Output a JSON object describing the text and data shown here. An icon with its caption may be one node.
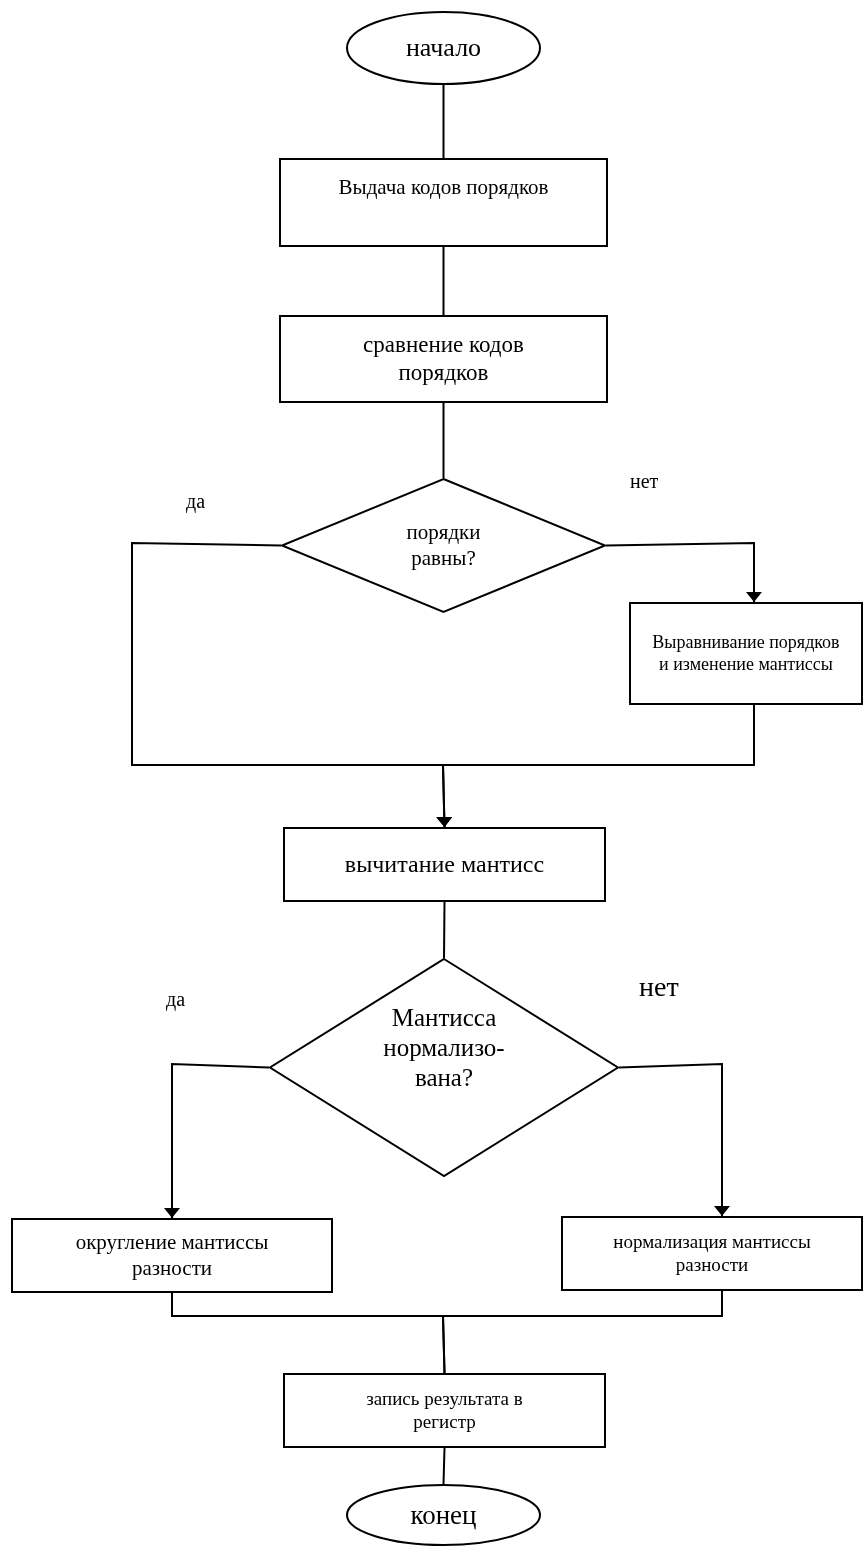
{
  "diagram": {
    "nodes": [
      {
        "text": [
          "начало"
        ]
      },
      {
        "text": [
          "Выдача кодов порядков"
        ]
      },
      {
        "text": [
          "сравнение кодов порядков"
        ]
      },
      {
        "text": [
          "порядки равны?"
        ]
      },
      {
        "text": [
          "Выравнивание порядков и изменение мантиссы"
        ]
      },
      {
        "text": [
          "вычитание мантисс"
        ]
      },
      {
        "text": [
          "Мантисса нормализо-вана?"
        ]
      },
      {
        "text": [
          "округление мантиссы разности"
        ]
      },
      {
        "text": [
          "нормализация мантиссы разности"
        ]
      },
      {
        "text": [
          "запись результата в регистр"
        ]
      },
      {
        "text": [
          "конец"
        ]
      }
    ],
    "edges": [
      {
        "from": 0,
        "to": 1,
        "arrow": "none"
      },
      {
        "from": 1,
        "to": 2,
        "arrow": "none"
      },
      {
        "from": 2,
        "to": 3,
        "arrow": "none"
      },
      {
        "from": 3,
        "to": 5,
        "arrow": "to",
        "label": "да"
      },
      {
        "from": 3,
        "to": 4,
        "arrow": "to",
        "label": "нет"
      },
      {
        "from": 4,
        "to": 5,
        "arrow": "to"
      },
      {
        "from": 5,
        "to": 6,
        "arrow": "none"
      },
      {
        "from": 6,
        "to": 7,
        "arrow": "to",
        "label": "да"
      },
      {
        "from": 6,
        "to": 8,
        "arrow": "to",
        "label": "нет"
      },
      {
        "from": 7,
        "to": 9,
        "arrow": "none"
      },
      {
        "from": 8,
        "to": 9,
        "arrow": "none"
      },
      {
        "from": 9,
        "to": 10,
        "arrow": "none"
      }
    ]
  }
}
